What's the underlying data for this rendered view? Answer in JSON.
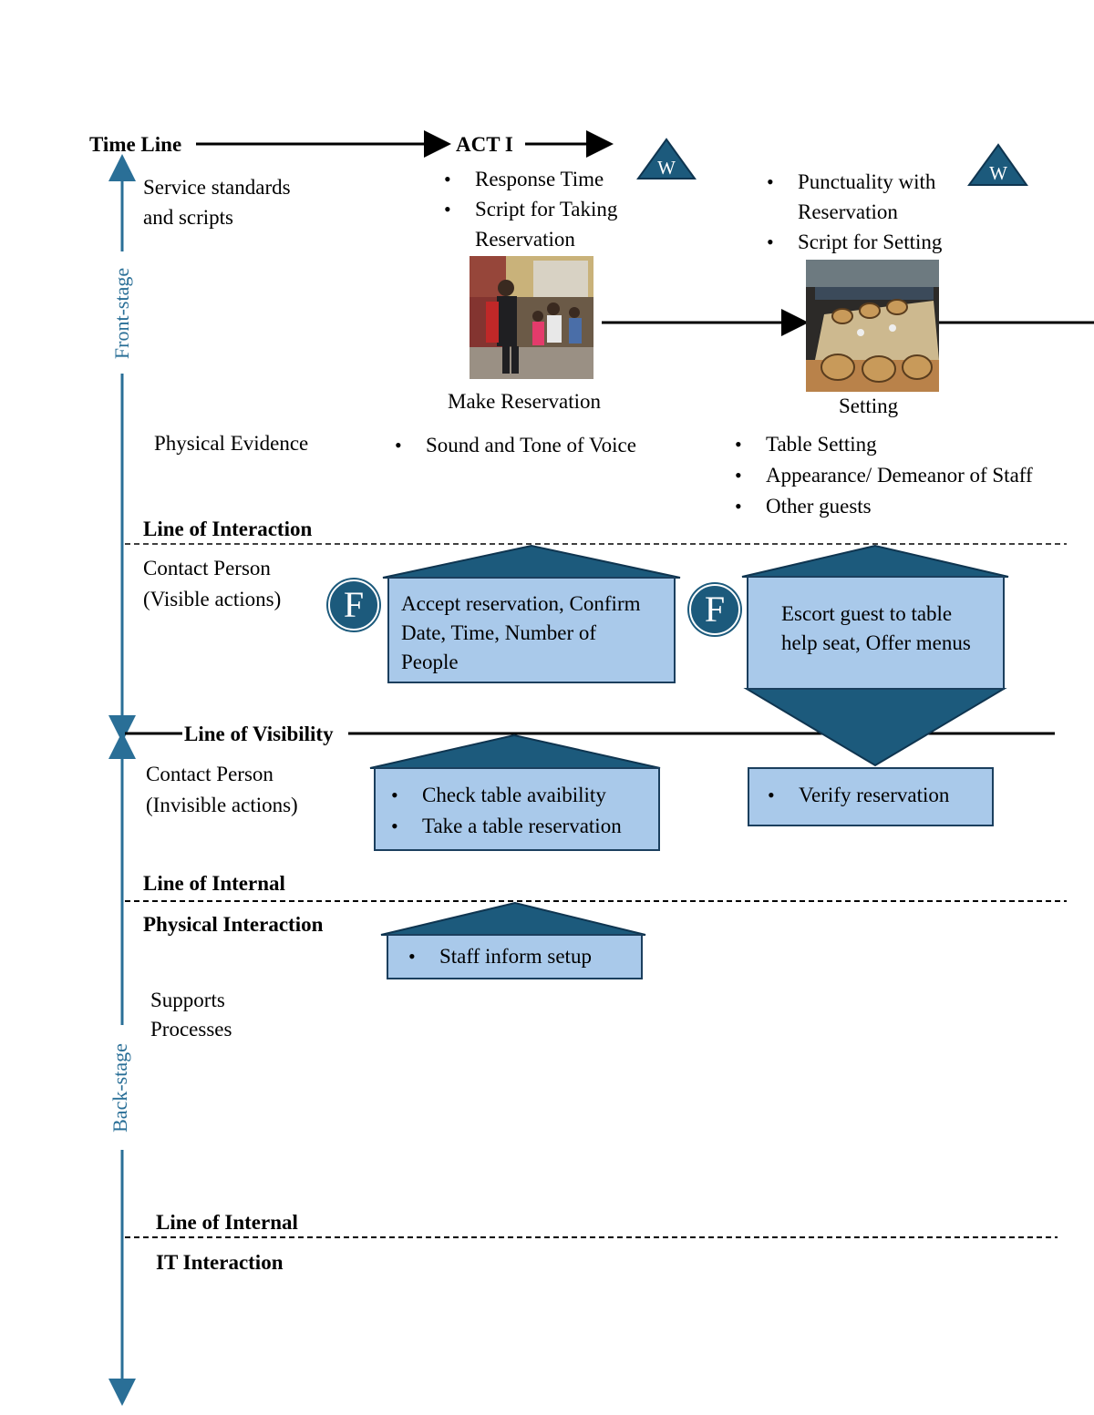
{
  "timeline": {
    "label": "Time Line",
    "act": "ACT I"
  },
  "axis": {
    "front_stage": "Front-stage",
    "back_stage": "Back-stage"
  },
  "rows": {
    "service_standards": [
      "Service standards",
      "and scripts"
    ],
    "physical_evidence": "Physical Evidence",
    "line_interaction": "Line of Interaction",
    "contact_visible": [
      "Contact Person",
      "(Visible actions)"
    ],
    "line_visibility": "Line of Visibility",
    "contact_invisible": [
      "Contact Person",
      "(Invisible actions)"
    ],
    "line_internal_1": "Line of Internal",
    "physical_interaction": "Physical Interaction",
    "supports": [
      "Supports",
      "Processes"
    ],
    "line_internal_2": "Line of Internal",
    "it_interaction": "IT Interaction"
  },
  "steps": [
    {
      "standards": [
        "Response Time",
        "Script for Taking",
        "Reservation"
      ],
      "photo_caption": "Make Reservation",
      "evidence": [
        "Sound and Tone of Voice"
      ],
      "visible_action": [
        "Accept reservation, Confirm",
        "Date, Time, Number of",
        "People"
      ],
      "invisible_actions": [
        "Check table avaibility",
        "Take a table reservation"
      ],
      "support": [
        "Staff inform setup"
      ],
      "marker_w": "W",
      "marker_f": "F"
    },
    {
      "standards": [
        "Punctuality with",
        "Reservation",
        "Script for Setting"
      ],
      "photo_caption": "Setting",
      "evidence": [
        "Table Setting",
        "Appearance/ Demeanor of Staff",
        "Other guests"
      ],
      "visible_action": [
        "Escort guest to table",
        "help seat, Offer menus"
      ],
      "invisible_actions": [
        "Verify reservation"
      ],
      "marker_w": "W",
      "marker_f": "F"
    }
  ],
  "colors": {
    "axis": "#2a6f97",
    "box_fill": "#a9c9ea",
    "box_border": "#1b3f5e",
    "marker": "#1c5a7c"
  }
}
